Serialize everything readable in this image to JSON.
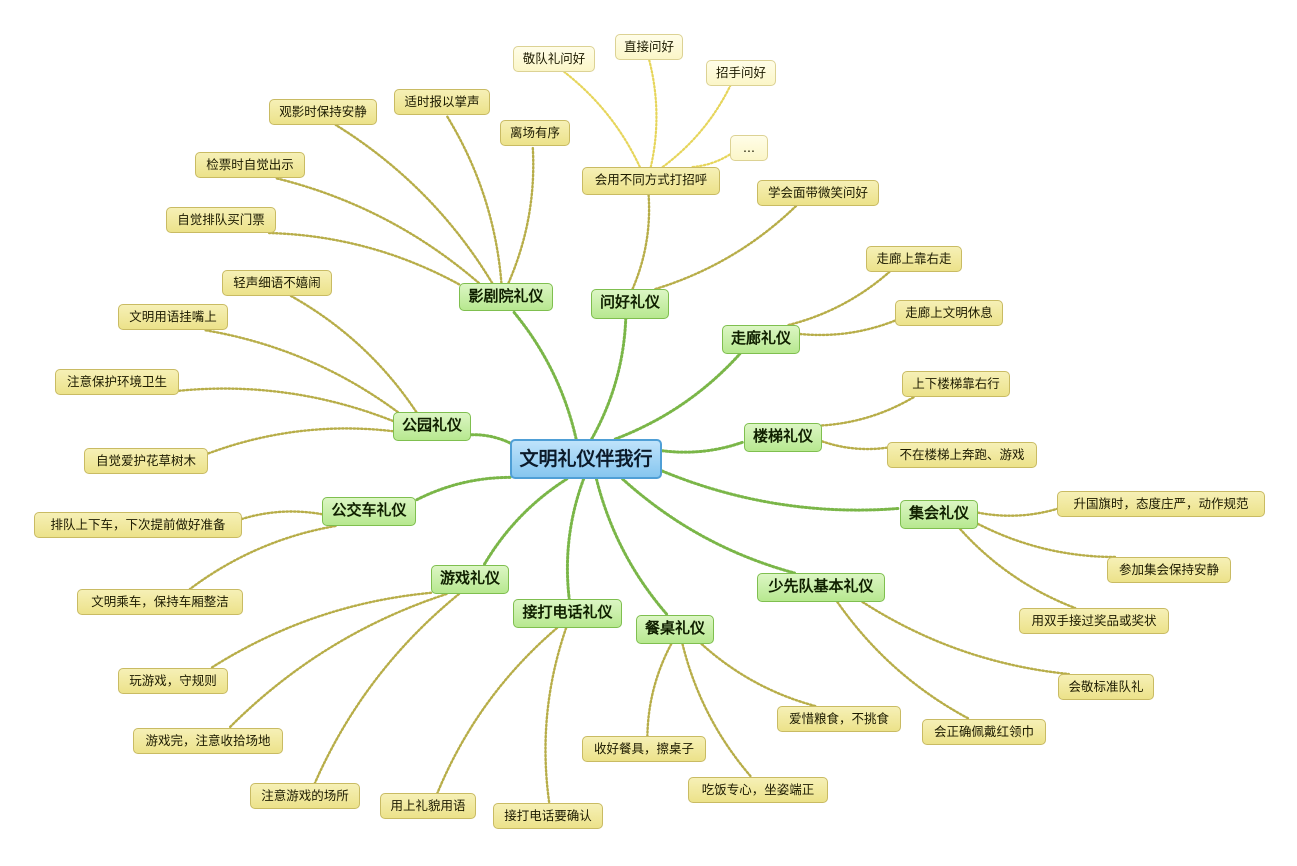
{
  "root": "文明礼仪伴我行",
  "branches": {
    "theater": "影剧院礼仪",
    "greeting": "问好礼仪",
    "corridor": "走廊礼仪",
    "stairs": "楼梯礼仪",
    "assembly": "集会礼仪",
    "pioneer": "少先队基本礼仪",
    "dining": "餐桌礼仪",
    "phone": "接打电话礼仪",
    "games": "游戏礼仪",
    "bus": "公交车礼仪",
    "park": "公园礼仪",
    "greet_ways": "会用不同方式打招呼"
  },
  "leaves": {
    "theater": [
      "观影时保持安静",
      "适时报以掌声",
      "离场有序",
      "检票时自觉出示",
      "自觉排队买门票"
    ],
    "greet_ways": [
      "敬队礼问好",
      "直接问好",
      "招手问好",
      "..."
    ],
    "greeting": [
      "学会面带微笑问好"
    ],
    "corridor": [
      "走廊上靠右走",
      "走廊上文明休息"
    ],
    "stairs": [
      "上下楼梯靠右行",
      "不在楼梯上奔跑、游戏"
    ],
    "assembly": [
      "升国旗时，态度庄严，动作规范",
      "参加集会保持安静",
      "用双手接过奖品或奖状"
    ],
    "pioneer": [
      "会敬标准队礼",
      "会正确佩戴红领巾"
    ],
    "dining": [
      "爱惜粮食，不挑食",
      "收好餐具，擦桌子",
      "吃饭专心，坐姿端正"
    ],
    "phone": [
      "用上礼貌用语",
      "接打电话要确认"
    ],
    "games": [
      "玩游戏，守规则",
      "游戏完，注意收拾场地",
      "注意游戏的场所"
    ],
    "bus": [
      "排队上下车，下次提前做好准备",
      "文明乘车，保持车厢整洁"
    ],
    "park": [
      "轻声细语不嬉闹",
      "文明用语挂嘴上",
      "注意保护环境卫生",
      "自觉爱护花草树木"
    ]
  },
  "colors": {
    "root_fill": "#9fd3f4",
    "branch_fill": "#c8ef9f",
    "leaf_fill": "#f1e8a0",
    "link_green": "#7ab648",
    "link_olive": "#b7ad48",
    "link_yellow": "#e6d55a"
  }
}
